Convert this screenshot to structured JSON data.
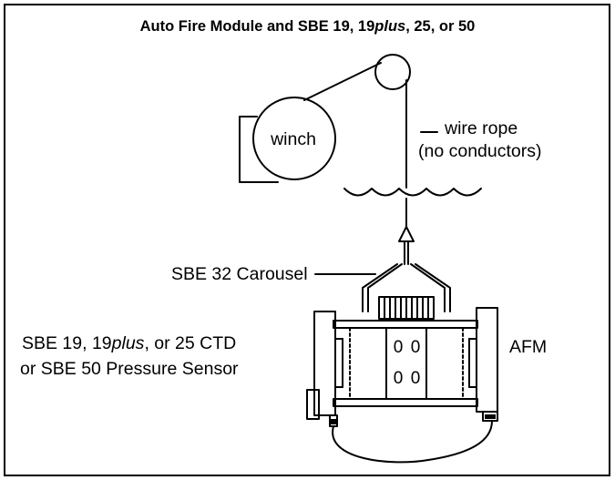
{
  "title": {
    "pre": "Auto Fire Module and SBE 19, 19",
    "italic": "plus",
    "post": ", 25, or 50"
  },
  "labels": {
    "winch": "winch",
    "wire_rope_line1": "wire rope",
    "wire_rope_line2": "(no conductors)",
    "carousel": "SBE 32 Carousel",
    "ctd_line1_pre": "SBE 19, 19",
    "ctd_line1_italic": "plus",
    "ctd_line1_post": ", or 25 CTD",
    "ctd_line2": "or SBE 50 Pressure Sensor",
    "afm": "AFM",
    "bottle_label": "0"
  },
  "colors": {
    "ink": "#000000",
    "background": "#ffffff"
  }
}
